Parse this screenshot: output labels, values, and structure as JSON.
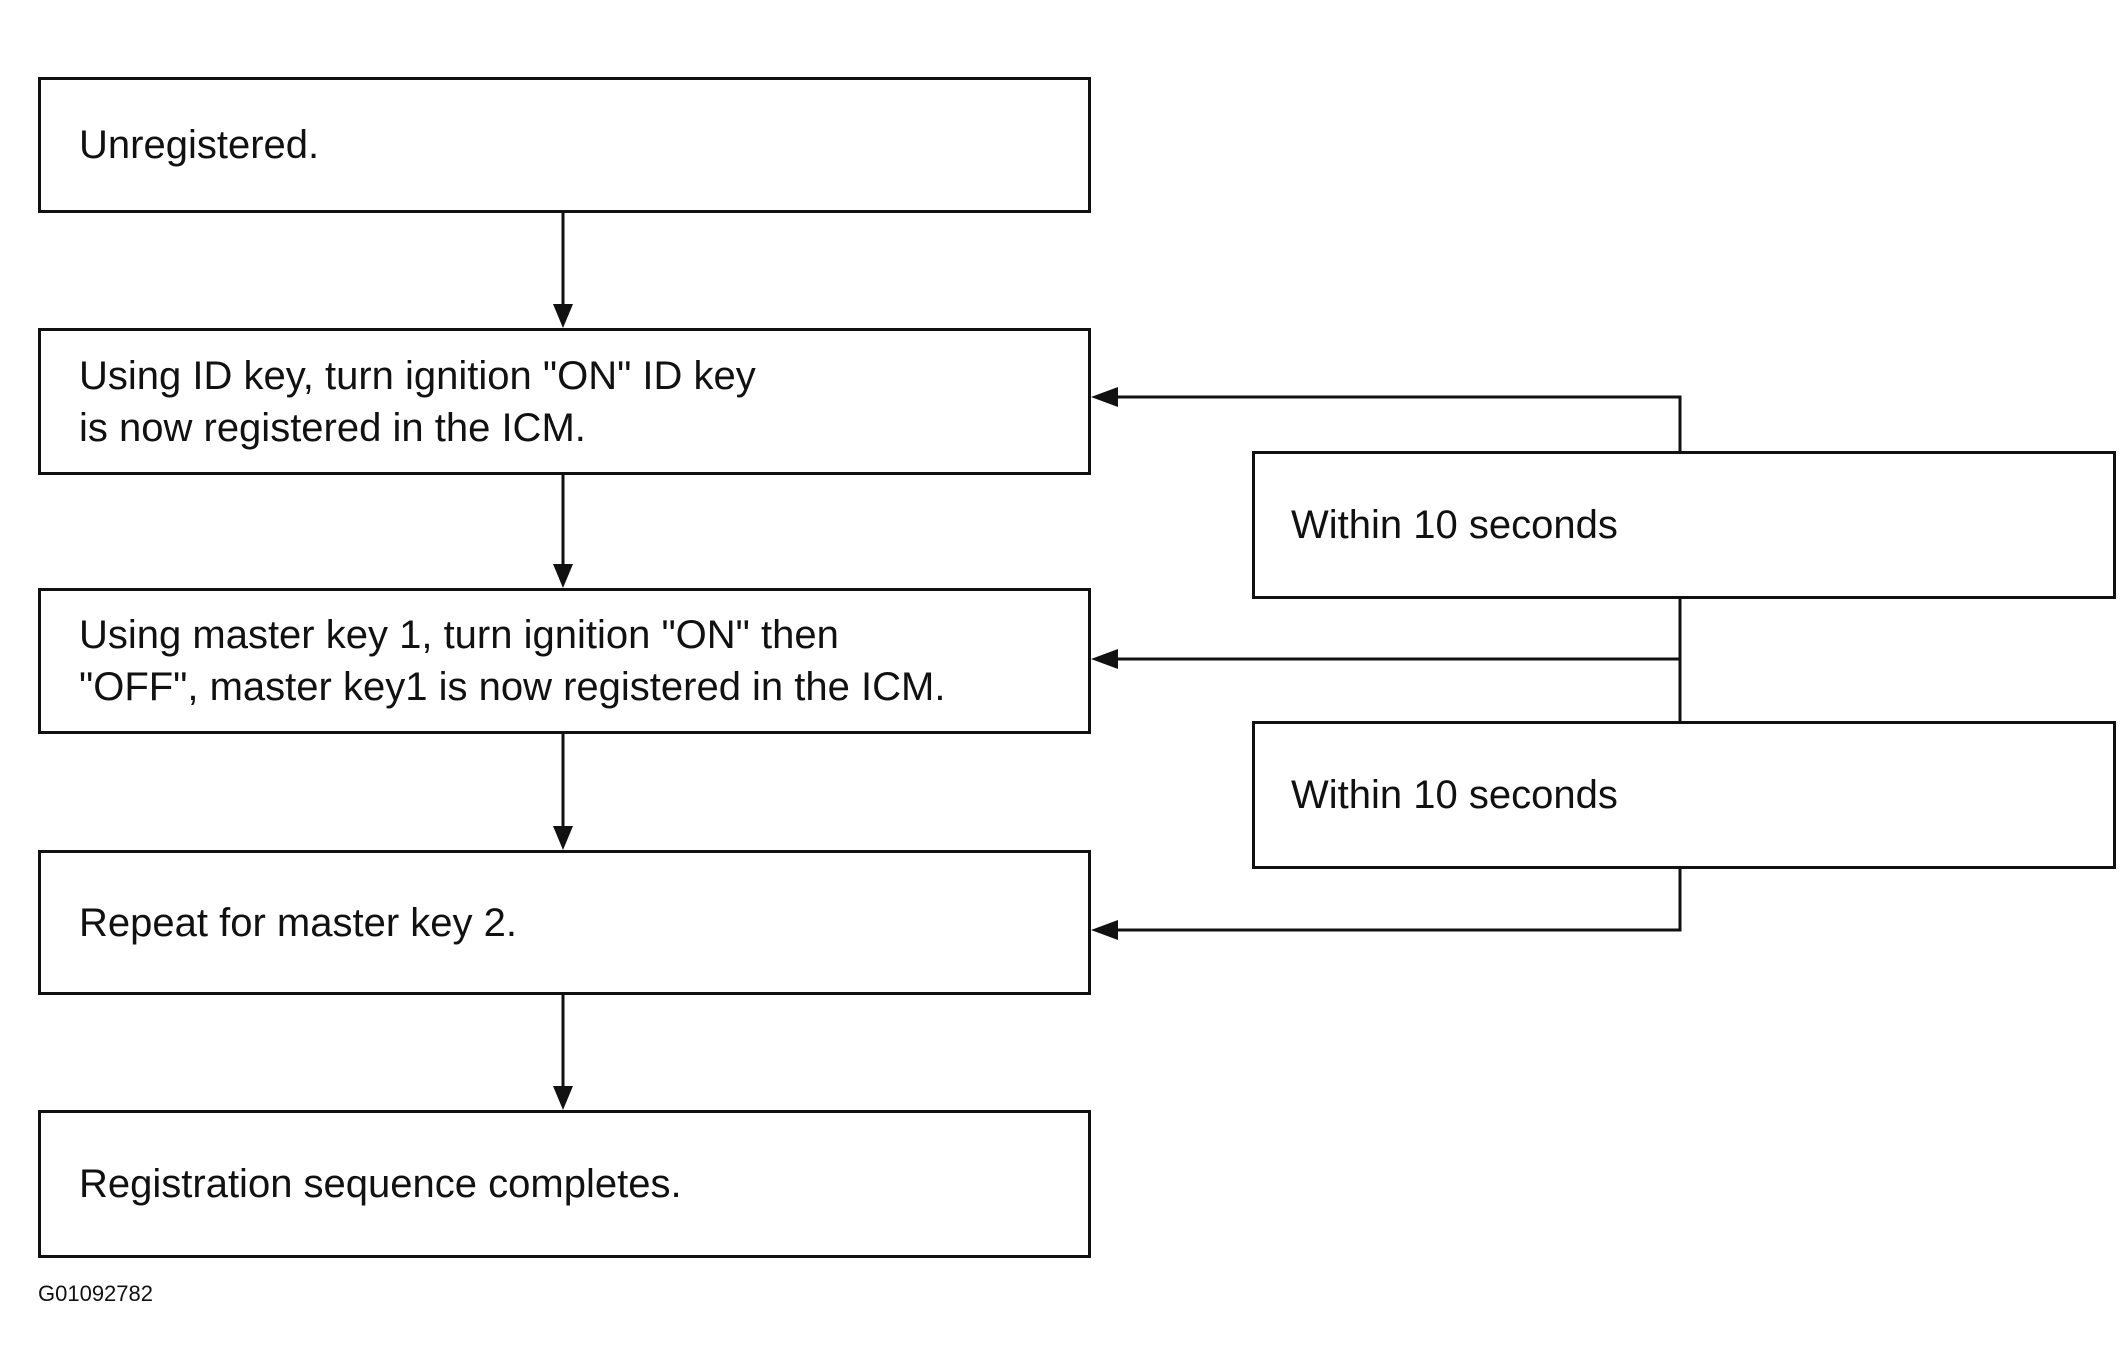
{
  "steps": [
    {
      "lines": [
        "Unregistered."
      ]
    },
    {
      "lines": [
        "Using ID key, turn ignition \"ON\" ID key",
        "is now registered in the ICM."
      ]
    },
    {
      "lines": [
        "Using master key 1, turn ignition \"ON\" then",
        "\"OFF\", master key1 is now registered in the ICM."
      ]
    },
    {
      "lines": [
        "Repeat for master key 2."
      ]
    },
    {
      "lines": [
        "Registration sequence completes."
      ]
    }
  ],
  "timing_notes": [
    {
      "label": "Within 10 seconds"
    },
    {
      "label": "Within 10 seconds"
    }
  ],
  "figure_id": "G01092782",
  "colors": {
    "line": "#111111",
    "background": "#ffffff"
  }
}
